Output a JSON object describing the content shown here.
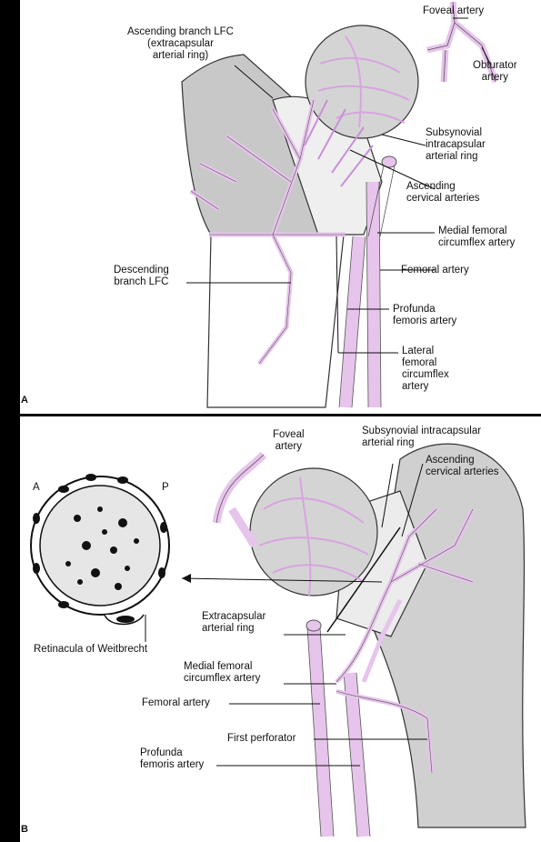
{
  "panel_a": {
    "letter": "A",
    "labels": {
      "foveal_artery": "Foveal artery",
      "obturator_artery": "Obturator\nartery",
      "ascending_branch_lfc": "Ascending branch LFC\n(extracapsular\narterial ring)",
      "subsynovial_ring": "Subsynovial\nintracapsular\narterial ring",
      "ascending_cervical": "Ascending\ncervical arteries",
      "medial_femoral_circumflex": "Medial femoral\ncircumflex artery",
      "femoral_artery": "Femoral artery",
      "descending_branch_lfc": "Descending\nbranch LFC",
      "profunda_femoris": "Profunda\nfemoris artery",
      "lateral_femoral_circumflex": "Lateral\nfemoral\ncircumflex\nartery"
    }
  },
  "panel_b": {
    "letter": "B",
    "labels": {
      "foveal_artery": "Foveal\nartery",
      "subsynovial_ring": "Subsynovial intracapsular\narterial ring",
      "ascending_cervical": "Ascending\ncervical arteries",
      "a_marker": "A",
      "p_marker": "P",
      "retinacula": "Retinacula of Weitbrecht",
      "extracapsular_ring": "Extracapsular\narterial ring",
      "medial_femoral_circumflex": "Medial femoral\ncircumflex artery",
      "femoral_artery": "Femoral artery",
      "first_perforator": "First perforator",
      "profunda_femoris": "Profunda\nfemoris artery"
    }
  },
  "colors": {
    "background": "#000000",
    "paper": "#ffffff",
    "bone": "#d9d9d9",
    "artery": "#e7c4ec",
    "artery_outline": "#444444"
  }
}
